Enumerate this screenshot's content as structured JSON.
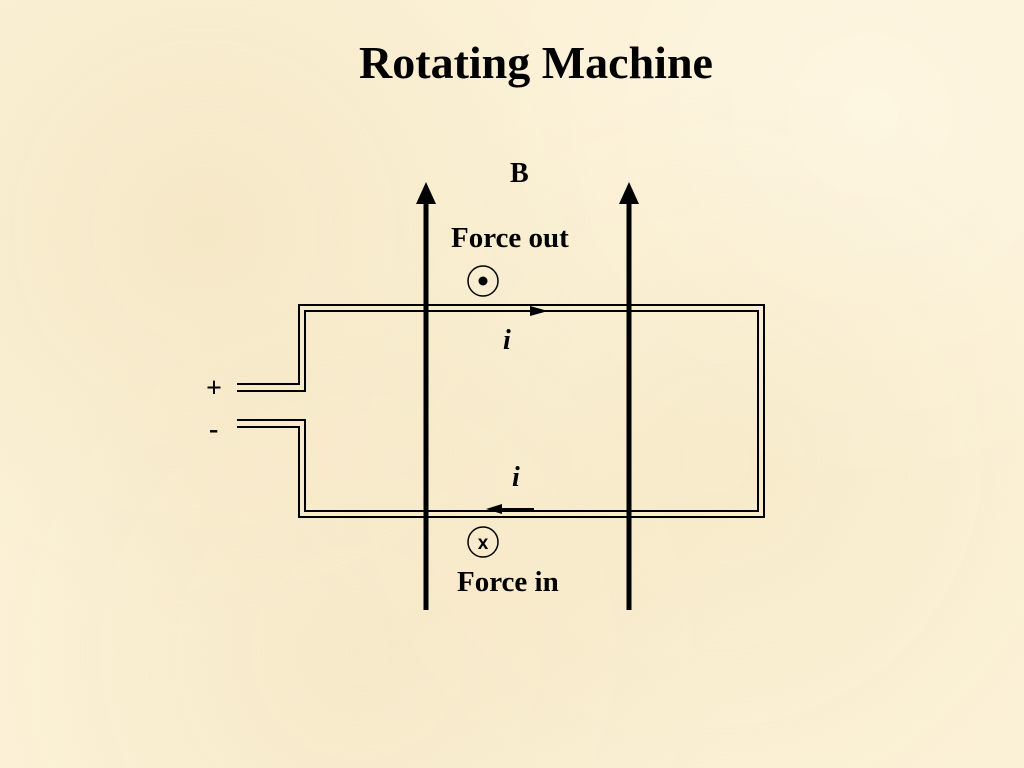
{
  "slide": {
    "title": "Rotating Machine"
  },
  "diagram": {
    "field_label": "B",
    "force_top_label": "Force out",
    "force_bottom_label": "Force in",
    "current_label_top": "i",
    "current_label_bottom": "i",
    "terminal_positive": "+",
    "terminal_negative": "-",
    "into_page_symbol": "x"
  },
  "colors": {
    "background": "#fbf1d6",
    "ink": "#000000"
  }
}
